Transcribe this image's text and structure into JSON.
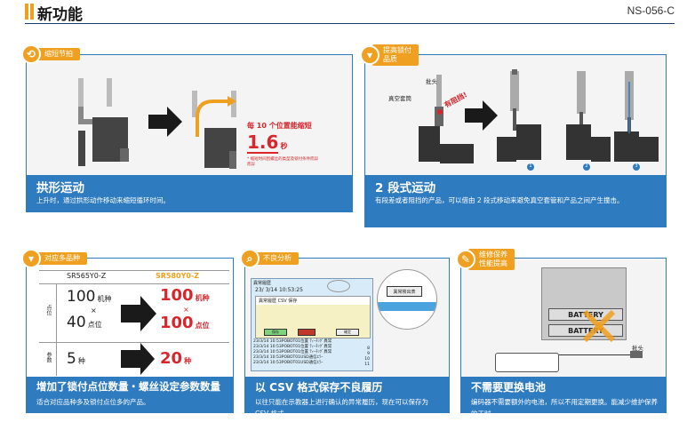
{
  "header": {
    "title": "新功能",
    "code": "NS-056-C"
  },
  "card1": {
    "badge": "缩短节拍",
    "title": "拱形运动",
    "desc": "上升时，通过拱形动作移动来缩短循环时间。",
    "note_line1": "每 10 个位置能缩短",
    "note_value": "1.6",
    "note_unit": "秒",
    "footnote": "* 缩短时间因螺丝的类型及锁付条件而异",
    "footnote2": "而异"
  },
  "card2": {
    "badge_line1": "提高锁付",
    "badge_line2": "品质",
    "title": "2 段式运动",
    "desc": "有段差或者阻挡的产品，可以借由 2 段式移动来避免真空套管和产品之间产生撞击。",
    "label_bit": "批头",
    "label_sleeve": "真空套筒",
    "label_obstacle": "有阻挡!",
    "steps": [
      "1",
      "2",
      "3"
    ]
  },
  "card3": {
    "badge": "对应多品种",
    "title": "增加了锁付点位数量・螺丝设定参数数量",
    "desc": "适合对应品种多及锁付点位多的产品。",
    "col_old": "SR565Y0-Z",
    "col_new": "SR580Y0-Z",
    "row1_label": "点位",
    "row2_label": "参数",
    "old_a": "100",
    "old_a_unit": "机种",
    "times": "×",
    "old_b": "40",
    "old_b_unit": "点位",
    "new_a": "100",
    "new_a_unit": "机种",
    "new_b": "100",
    "new_b_unit": "点位",
    "old_param": "5",
    "old_param_unit": "种",
    "new_param": "20",
    "new_param_unit": "种"
  },
  "card4": {
    "badge": "不良分析",
    "title": "以 CSV 格式保存不良履历",
    "desc": "以往只能在示教器上进行确认的异常履历，现在可以保存为 CSV 格式。",
    "screen_title": "異常履歴",
    "screen_date": "23/ 3/14 10:53:25",
    "screen_sub": "異常履歴 CSV 保存",
    "rows": [
      "23/3/14 10:53POBOT01位置 ﾃｨｰﾁﾝｸﾞ異常",
      "23/3/14 10:53POBOT01位置 ﾃｨｰﾁﾝｸﾞ異常",
      "23/3/14 10:53POBOT01位置 ﾃｨｰﾁﾝｸﾞ異常",
      "23/3/14 10:53POBOT01USD通信ｴﾗｰ",
      "23/3/14 10:53POBOT01USD通信ｴﾗｰ"
    ],
    "row_nums": [
      "8",
      "9",
      "10",
      "11"
    ],
    "btn_save": "保存",
    "btn_ok": "確定",
    "zoom_btn": "異常検出表"
  },
  "card5": {
    "badge_line1": "维修保养",
    "badge_line2": "性能提高",
    "title": "不需要更换电池",
    "desc": "编码器不需要额外的电池，所以不用定期更换。能减少维护保养的工时。",
    "battery1": "BATTERY",
    "battery2": "BATTERY",
    "label_bit": "批头"
  }
}
